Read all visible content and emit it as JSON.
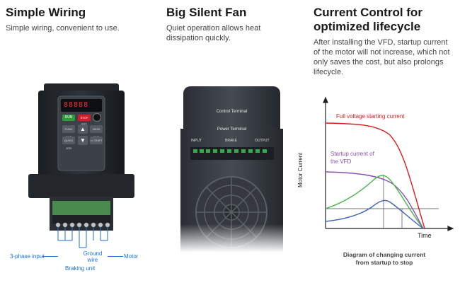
{
  "features": [
    {
      "title": "Simple Wiring",
      "description": "Simple wiring, convenient to use."
    },
    {
      "title": "Big Silent Fan",
      "description": "Quiet operation allows heat dissipation quickly."
    },
    {
      "title": "Current Control for optimized lifecycle",
      "description": "After installing the VFD, startup current of the motor will not increase, which not only saves the cost, but also prolongs lifecycle."
    }
  ],
  "device1": {
    "display": "88888",
    "buttons": [
      "RUN",
      "STOP RST",
      "FUNC ENT",
      "DATA ENT",
      "QUICK JOG",
      ">> SHIFT"
    ],
    "labels": {
      "input": "3-phase input",
      "braking": "Braking unit",
      "ground": "Ground wire",
      "motor": "Motor"
    }
  },
  "device2": {
    "control_terminal": "Control Terminal",
    "power_terminal": "Power Terminal",
    "terminal_groups": [
      "INPUT",
      "BRAKE",
      "OUTPUT"
    ]
  },
  "chart": {
    "ylabel": "Motor Current",
    "xlabel": "Time",
    "series_full": "Full voltage starting current",
    "series_vfd_line1": "Startup current of",
    "series_vfd_line2": "the VFD",
    "caption_line1": "Diagram of changing current",
    "caption_line2": "from startup to stop",
    "colors": {
      "full": "#d81e1e",
      "vfd": "#8a4fb0",
      "green": "#4ab34a",
      "blue": "#3a5fc0"
    }
  }
}
